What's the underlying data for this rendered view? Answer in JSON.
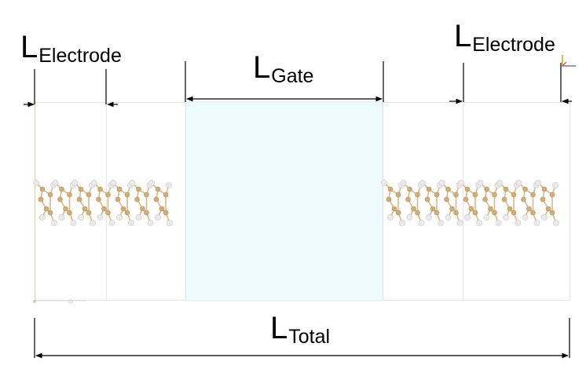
{
  "labels": {
    "electrode_left": {
      "main": "L",
      "sub": "Electrode"
    },
    "gate": {
      "main": "L",
      "sub": "Gate"
    },
    "electrode_right": {
      "main": "L",
      "sub": "Electrode"
    },
    "total": {
      "main": "L",
      "sub": "Total"
    }
  },
  "colors": {
    "gate_fill": "#eefcfd",
    "box_line": "#e6e6e6",
    "bond": "#d9b98a",
    "atom_light": "#eaeaea",
    "atom_tan": "#d2ad76",
    "dimension_line": "#000000"
  },
  "icons": [
    "axis-triad-icon",
    "origin-marker-icon"
  ]
}
